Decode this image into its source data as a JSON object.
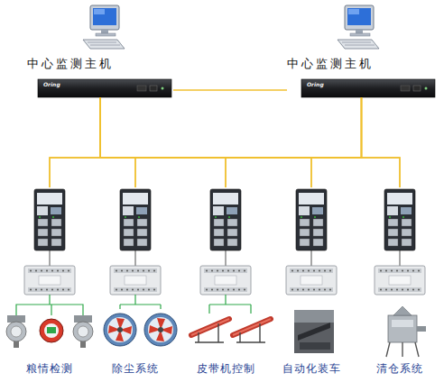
{
  "diagram": {
    "nodes": [
      {
        "text": [
          "中心监测主机"
        ]
      },
      {
        "text": [
          "中心监测主机"
        ]
      },
      {
        "text": [
          "粮情检测"
        ]
      },
      {
        "text": [
          "除尘系统"
        ]
      },
      {
        "text": [
          "皮带机控制"
        ]
      },
      {
        "text": [
          "自动化装车"
        ]
      },
      {
        "text": [
          "清仓系统"
        ]
      }
    ],
    "edges": [
      {
        "from": 0,
        "to": 1,
        "arrow": "none"
      },
      {
        "from": 0,
        "to": 2,
        "arrow": "none"
      },
      {
        "from": 0,
        "to": 3,
        "arrow": "none"
      },
      {
        "from": 0,
        "to": 4,
        "arrow": "none"
      },
      {
        "from": 0,
        "to": 5,
        "arrow": "none"
      },
      {
        "from": 0,
        "to": 6,
        "arrow": "none"
      },
      {
        "from": 1,
        "to": 2,
        "arrow": "none"
      },
      {
        "from": 1,
        "to": 3,
        "arrow": "none"
      },
      {
        "from": 1,
        "to": 4,
        "arrow": "none"
      },
      {
        "from": 1,
        "to": 5,
        "arrow": "none"
      },
      {
        "from": 1,
        "to": 6,
        "arrow": "none"
      }
    ],
    "labels": [
      "Oring",
      "Oring"
    ]
  }
}
